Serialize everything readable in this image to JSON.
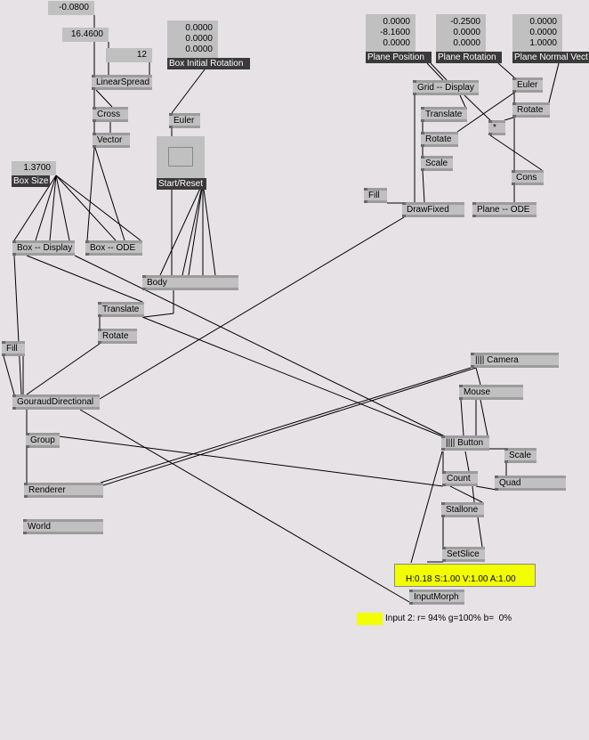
{
  "ioboxes": {
    "offset": "-0.0800",
    "width": "16.4600",
    "count": "12",
    "box_rotation": [
      "0.0000",
      "0.0000",
      "0.0000"
    ],
    "box_rotation_label": "Box Initial Rotation",
    "start_reset_label": "Start/Reset",
    "box_size": "1.3700",
    "box_size_label": "Box Size",
    "plane_position": [
      "0.0000",
      "-8.1600",
      "0.0000"
    ],
    "plane_position_label": "Plane Position",
    "plane_rotation": [
      "-0.2500",
      "0.0000",
      "0.0000"
    ],
    "plane_rotation_label": "Plane Rotation",
    "plane_normal": [
      "0.0000",
      "0.0000",
      "1.0000"
    ],
    "plane_normal_label": "Plane Normal Vect"
  },
  "nodes": {
    "linearspread": "LinearSpread",
    "cross": "Cross",
    "vector": "Vector",
    "euler1": "Euler",
    "box_display": "Box -- Display",
    "box_ode": "Box -- ODE",
    "body": "Body",
    "translate1": "Translate",
    "rotate1": "Rotate",
    "fill1": "Fill",
    "gouraud": "GouraudDirectional",
    "group": "Group",
    "renderer": "Renderer",
    "world": "World",
    "grid_display": "Grid -- Display",
    "euler2": "Euler",
    "rotate2": "Rotate",
    "translate2": "Translate",
    "multiply": "*",
    "rotate3": "Rotate",
    "scale1": "Scale",
    "cons": "Cons",
    "fill2": "Fill",
    "drawfixed": "DrawFixed",
    "plane_ode": "Plane -- ODE",
    "camera": "|||| Camera",
    "mouse": "Mouse",
    "button": "|||| Button",
    "scale2": "Scale",
    "count": "Count",
    "quad": "Quad",
    "stallone": "Stallone",
    "setslice": "SetSlice",
    "inputmorph": "InputMorph"
  },
  "color_box": {
    "value": "H:0.18  S:1.00  V:1.00   A:1.00",
    "color": "#f2ff00"
  },
  "tooltip": {
    "text": "Input 2: r= 94% g=100% b=  0%"
  }
}
